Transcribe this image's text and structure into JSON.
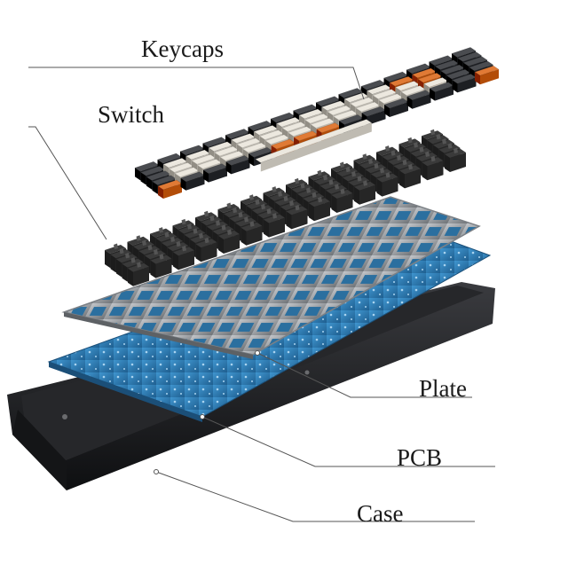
{
  "labels": {
    "keycaps": "Keycaps",
    "switch": "Switch",
    "plate": "Plate",
    "pcb": "PCB",
    "case": "Case"
  },
  "colors": {
    "keycap_white": "#ece8df",
    "keycap_grey": "#4a4c50",
    "keycap_orange": "#e07a35",
    "switch_black": "#1c1c1c",
    "plate_metal": "#9a9ea4",
    "pcb_blue": "#2f7fb8",
    "case_black": "#1e1f22",
    "leader_line": "#555555"
  }
}
